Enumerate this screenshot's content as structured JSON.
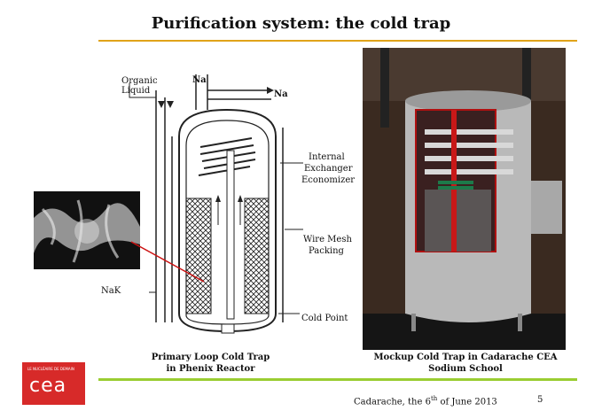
{
  "slide": {
    "title": "Purification system: the cold trap",
    "page_number": "5"
  },
  "diagram": {
    "labels": {
      "organic_liquid_1": "Organic",
      "organic_liquid_2": "Liquid",
      "na_in": "Na",
      "na_out": "Na",
      "internal_1": "Internal",
      "internal_2": "Exchanger",
      "internal_3": "Economizer",
      "wire_1": "Wire Mesh",
      "wire_2": "Packing",
      "nak": "NaK",
      "cold_point": "Cold Point"
    }
  },
  "captions": {
    "left": "Primary Loop Cold Trap\nin Phenix Reactor",
    "right": "Mockup Cold Trap in Cadarache CEA\nSodium School"
  },
  "footer": {
    "place": "Cadarache,  the 6",
    "sup": "th",
    "rest": " of June 2013"
  },
  "logo": {
    "text": "cea",
    "small": "LE NUCLÉAIRE DE DEMAIN"
  },
  "colors": {
    "title_rule": "#e0a31a",
    "footer_rule": "#9acd32",
    "logo_red": "#d72a29",
    "pointer_red": "#cc1111"
  }
}
